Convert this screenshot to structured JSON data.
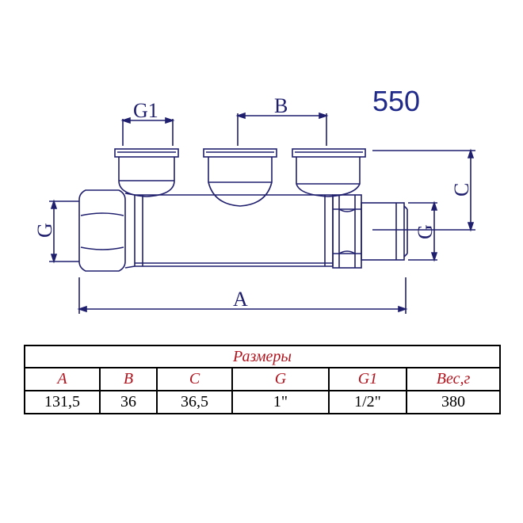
{
  "drawing": {
    "model_number": "550",
    "dimension_labels": {
      "g1": "G1",
      "b": "B",
      "c": "C",
      "g_left": "G",
      "g_right": "G",
      "a": "A"
    }
  },
  "table": {
    "caption": "Размеры",
    "headers": [
      "A",
      "B",
      "C",
      "G",
      "G1",
      "Вес,г"
    ],
    "values": [
      "131,5",
      "36",
      "36,5",
      "1\"",
      "1/2\"",
      "380"
    ]
  },
  "colors": {
    "drawing_lines": "#1f1f6e",
    "table_text_accent": "#b0141e"
  }
}
